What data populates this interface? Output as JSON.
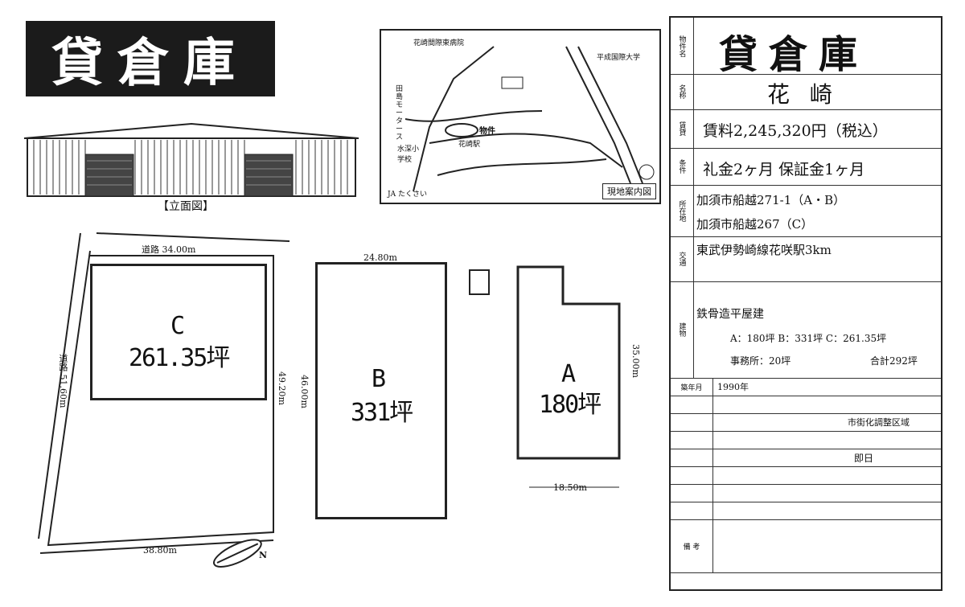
{
  "title": "貸倉庫",
  "elevation_caption": "【立面図】",
  "map": {
    "title": "現地案内図",
    "labels": [
      "花崎間際東病院",
      "田島モータース",
      "水深小学校",
      "JA たくさい",
      "物件",
      "花崎駅",
      "平成国際大学"
    ]
  },
  "plan": {
    "road_top": "道路 34.00m",
    "road_left": "道路 51.60m",
    "road_bottom": "38.80m",
    "c_label": "C",
    "c_area": "261.35坪",
    "c_height": "49.20m",
    "b_width": "24.80m",
    "b_label": "B",
    "b_area": "331坪",
    "b_height": "46.00m",
    "a_label": "A",
    "a_area": "180坪",
    "a_height": "35.00m",
    "a_width": "18.50m",
    "north": "N"
  },
  "table": {
    "title": "貸倉庫",
    "name": "花 崎",
    "rent": "賃料2,245,320円（税込）",
    "deposit": "礼金2ヶ月 保証金1ヶ月",
    "address1": "加須市船越271-1（A・B）",
    "address2": "加須市船越267（C）",
    "transport": "東武伊勢崎線花咲駅3km",
    "structure": "鉄骨造平屋建",
    "areas": "A：180坪 B：331坪 C：261.35坪",
    "office": "事務所：20坪",
    "total": "合計292坪",
    "built_year": "1990年",
    "zoning": "市街化調整区域",
    "move_in": "即日",
    "notes_label": "備 考"
  }
}
